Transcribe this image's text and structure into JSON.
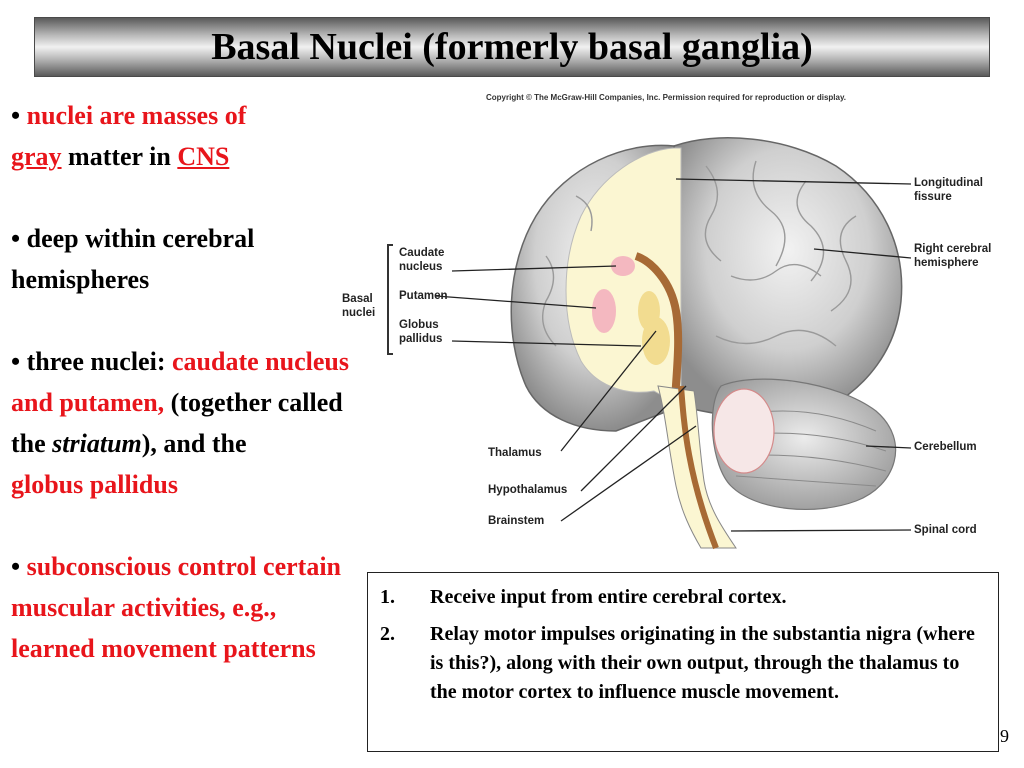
{
  "title": "Basal Nuclei (formerly basal ganglia)",
  "bullets": {
    "b1": {
      "dot": "•",
      "t1": "nuclei are masses of",
      "t2": "gray",
      "t3": "matter in",
      "t4": "CNS"
    },
    "b2": {
      "dot": "•",
      "t1": "deep within cerebral hemispheres"
    },
    "b3": {
      "dot": "•",
      "t1": "three nuclei:",
      "t2": "caudate nucleus and  putamen,",
      "t3": "(together called the",
      "t4": "striatum",
      "t5": "), and the",
      "t6": "globus pallidus"
    },
    "b4": {
      "dot": "•",
      "t1": "subconscious control certain muscular activities, e.g., learned movement patterns"
    }
  },
  "figure": {
    "copyright": "Copyright © The McGraw-Hill Companies, Inc. Permission required for reproduction or display.",
    "labels": {
      "caudate_nucleus": "Caudate nucleus",
      "putamen": "Putamen",
      "globus_pallidus": "Globus pallidus",
      "basal_nuclei": "Basal nuclei",
      "thalamus": "Thalamus",
      "hypothalamus": "Hypothalamus",
      "brainstem": "Brainstem",
      "longitudinal_fissure": "Longitudinal fissure",
      "right_cerebral_hemisphere": "Right cerebral hemisphere",
      "cerebellum": "Cerebellum",
      "spinal_cord": "Spinal cord"
    }
  },
  "info_box": {
    "items": [
      {
        "num": "1.",
        "text": "Receive input from entire cerebral cortex."
      },
      {
        "num": "2.",
        "text": "Relay motor impulses originating in the substantia nigra (where is this?), along with their own output, through the thalamus to the motor cortex to influence muscle movement."
      }
    ]
  },
  "page_number": "9",
  "colors": {
    "accent_red": "#e8151b",
    "title_bar_dark": "#5a5a5a",
    "title_bar_light": "#f1f1f1"
  }
}
